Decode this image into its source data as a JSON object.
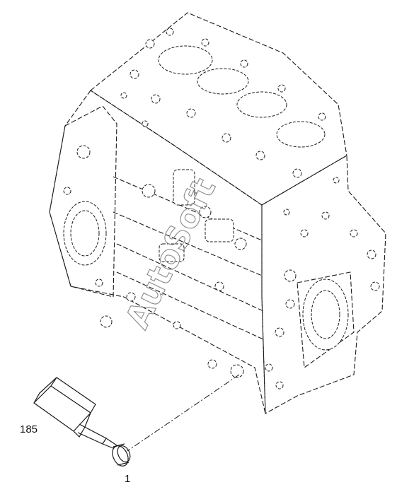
{
  "diagram": {
    "callouts": [
      {
        "id": "part-1",
        "label": "1"
      },
      {
        "id": "part-185",
        "label": "185"
      }
    ],
    "watermark": "AutoSoft",
    "line_color": "#1a1a1a",
    "watermark_color": "#8a8a8a"
  }
}
